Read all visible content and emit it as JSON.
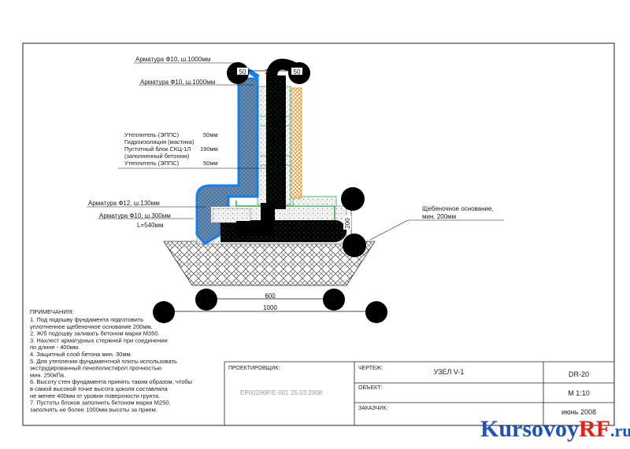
{
  "labels": {
    "rebar_top_1": "Арматура Ф10, ш.1000мм",
    "rebar_top_2": "Арматура Ф10, ш.1000мм",
    "rebar_mid": "Арматура Ф12, ш.130мм",
    "rebar_bottom": "Арматура Ф10, ш.300мм",
    "rebar_bottom_length": "L=540мм",
    "gravel_base_1": "Щебеночное основание,",
    "gravel_base_2": "мин. 200мм"
  },
  "layers": [
    {
      "name": "Утеплитель (ЭППС)",
      "value": "50мм"
    },
    {
      "name": "Гидроизоляция (мастика)",
      "value": ""
    },
    {
      "name": "Пустотный блок СКЦ-1Л",
      "value": "190мм"
    },
    {
      "name": "(заполненный бетоном)",
      "value": ""
    },
    {
      "name": "Утеплитель (ЭППС)",
      "value": "50мм"
    }
  ],
  "dimensions": {
    "top_left": "50",
    "top_mid": "200",
    "top_right": "50",
    "right_vertical": "200",
    "bottom_600": "600",
    "bottom_1000": "1000"
  },
  "notes": {
    "title": "ПРИМЕЧАНИЯ:",
    "lines": [
      "1. Под подошву фундамента подготовить",
      "   уплотненное щебеночное основание 200мм.",
      "2. Ж/б подошву заливать бетоном марки М350.",
      "3. Нахлест арматурных стержней при соединении",
      "   по длине - 400мм.",
      "4. Защитный слой бетона мин. 30мм.",
      "5. Для утепления фундаментной плиты использовать",
      "   экструдированный пенополистирол прочностью",
      "   мин. 250кПа.",
      "6. Высоту стен фундамента принять таким образом, чтобы",
      "   в самой высокой точке высота цоколя составляла",
      "   не менее 400мм от уровня поверхности грунта.",
      "7. Пустоты блоков заполнить бетоном марки М250,",
      "   заполнять не более 1000мм высоты за прием."
    ]
  },
  "title_block": {
    "designer_label": "ПРОЕКТИРОВЩИК:",
    "designer_value": "EP00296P/E-001  25.03.2008",
    "drawing_label": "ЧЕРТЕЖ:",
    "drawing_value": "УЗЕЛ V-1",
    "object_label": "ОБЪЕКТ:",
    "customer_label": "ЗАКАЗЧИК:",
    "code": "DR-20",
    "scale": "M 1:10",
    "date": "июнь 2008"
  },
  "watermark": {
    "part1": "Kursovoy",
    "part2": "RF",
    "part3": ".ru"
  },
  "colors": {
    "insulation": "#1a7de6",
    "hatch_orange": "#e88a1f",
    "green_line": "#2aa84a",
    "black_fill": "#000000",
    "frame": "#222222"
  }
}
